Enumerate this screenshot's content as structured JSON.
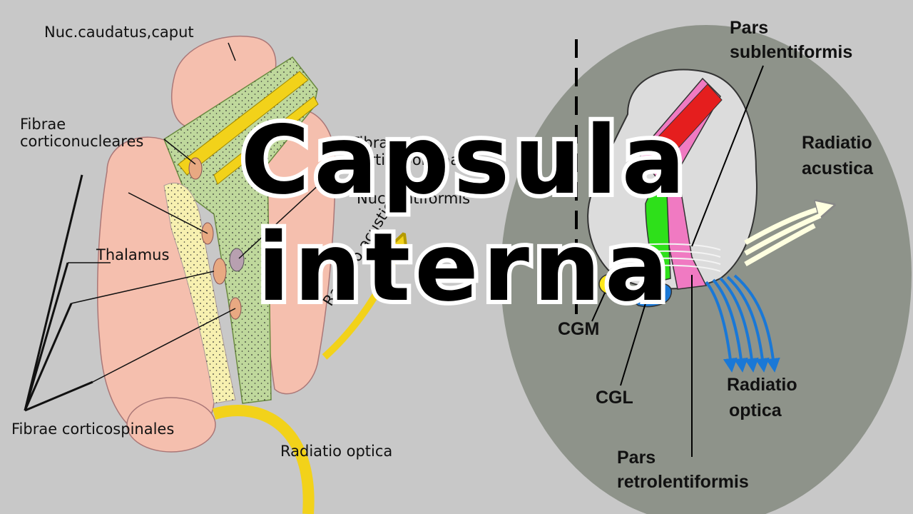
{
  "title": "Capsula interna",
  "left_diagram": {
    "labels": {
      "nuc_caudatus": "Nuc.caudatus,caput",
      "fibrae_corticonucleares_1": "Fibrae",
      "fibrae_corticonucleares_2": "corticonucleares",
      "fibrae_corticopontinales_1": "Fibrae",
      "fibrae_corticopontinales_2": "corticopontinales",
      "nuc_lentiformis": "Nuc.lentiformis",
      "thalamus": "Thalamus",
      "radiatio_acustica": "Radiatio acustica",
      "fibrae_corticospinales": "Fibrae corticospinales",
      "radiatio_optica": "Radiatio optica"
    }
  },
  "right_diagram": {
    "labels": {
      "pars_sublentiformis_1": "Pars",
      "pars_sublentiformis_2": "sublentiformis",
      "radiatio_acustica_1": "Radiatio",
      "radiatio_acustica_2": "acustica",
      "cgm": "CGM",
      "cgl": "CGL",
      "radiatio_optica_1": "Radiatio",
      "radiatio_optica_2": "optica",
      "pars_retrolentiformis_1": "Pars",
      "pars_retrolentiformis_2": "retrolentiformis"
    }
  },
  "colors": {
    "background": "#c8c8c8",
    "ellipse": "#8e938a",
    "nucleus": "#f5bfae",
    "fibers_green": "#bfd89c",
    "fibers_yellow": "#f2d21a",
    "pale_yellow": "#f7f0b0",
    "pink": "#f07ac2",
    "red": "#e51e1e",
    "green": "#2ee01a",
    "blue": "#1a78d6"
  }
}
